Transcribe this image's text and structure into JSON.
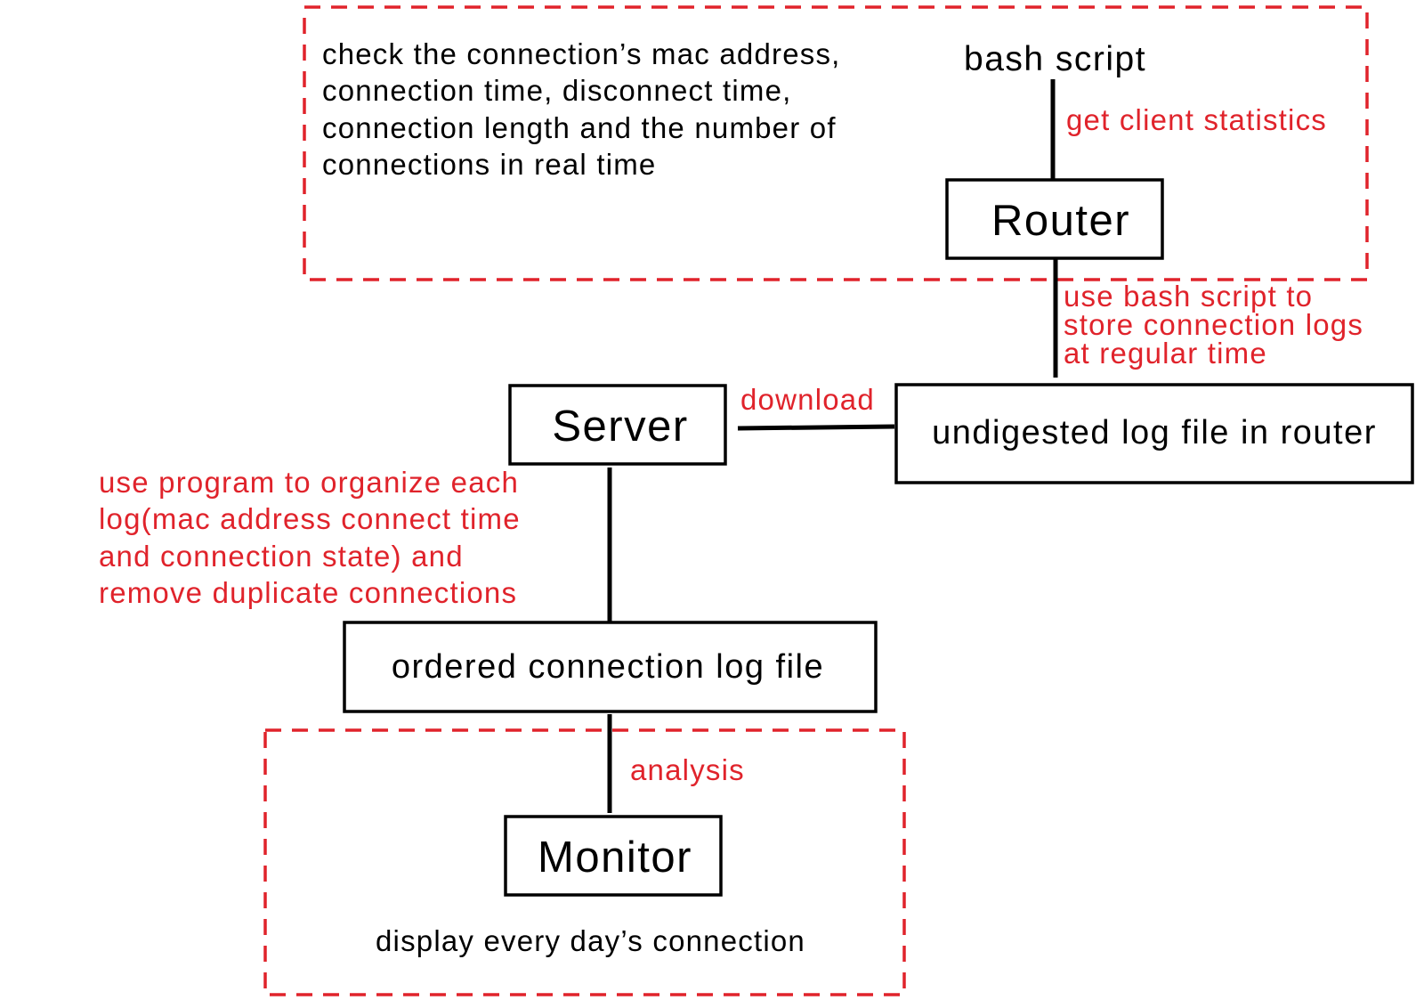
{
  "colors": {
    "accent": "#e0232b",
    "line": "#000000",
    "text": "#000000"
  },
  "nodes": {
    "bash_script": "bash script",
    "router": "Router",
    "server": "Server",
    "undigested_log": "undigested log file in router",
    "ordered_log": "ordered connection log file",
    "monitor": "Monitor"
  },
  "edge_labels": {
    "get_client_statistics": "get client statistics",
    "store_logs": [
      "use bash script to",
      "store connection logs",
      "at regular time"
    ],
    "download": "download",
    "organize": [
      "use program to organize each",
      "log(mac address connect time",
      "and connection state) and",
      "remove duplicate connections"
    ],
    "analysis": "analysis"
  },
  "notes": {
    "router_group": [
      "check the connection’s mac address,",
      "connection time, disconnect time,",
      "connection length and the number of",
      "connections in real time"
    ],
    "monitor_group": "display every day’s connection"
  }
}
